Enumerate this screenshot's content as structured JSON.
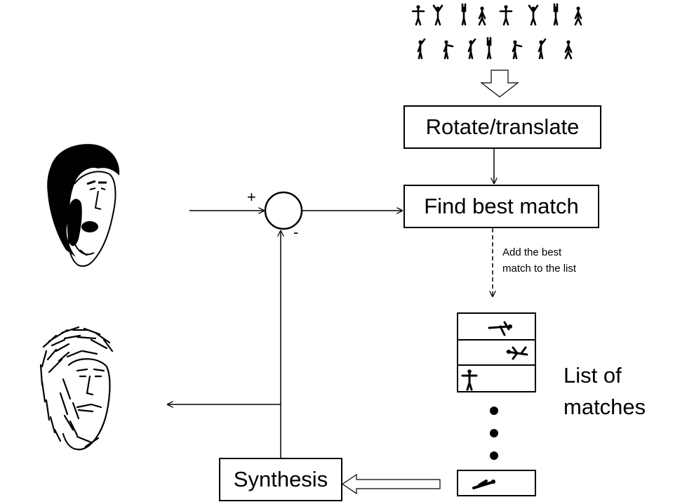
{
  "boxes": {
    "rotate": "Rotate/translate",
    "match": "Find best match",
    "synthesis": "Synthesis"
  },
  "annotation": {
    "line1": "Add the best",
    "line2": "match to the list"
  },
  "summing_junction": {
    "plus": "+",
    "minus": "-"
  },
  "list_label": {
    "line1": "List of",
    "line2": "matches"
  },
  "images": {
    "input_face": "face-photo-icon",
    "output_face": "stroke-face-icon",
    "pose_dictionary": "stick-figure-icons",
    "match_entries": "pose-thumbnail-icon"
  },
  "colors": {
    "ink": "#000000",
    "background": "#ffffff"
  }
}
